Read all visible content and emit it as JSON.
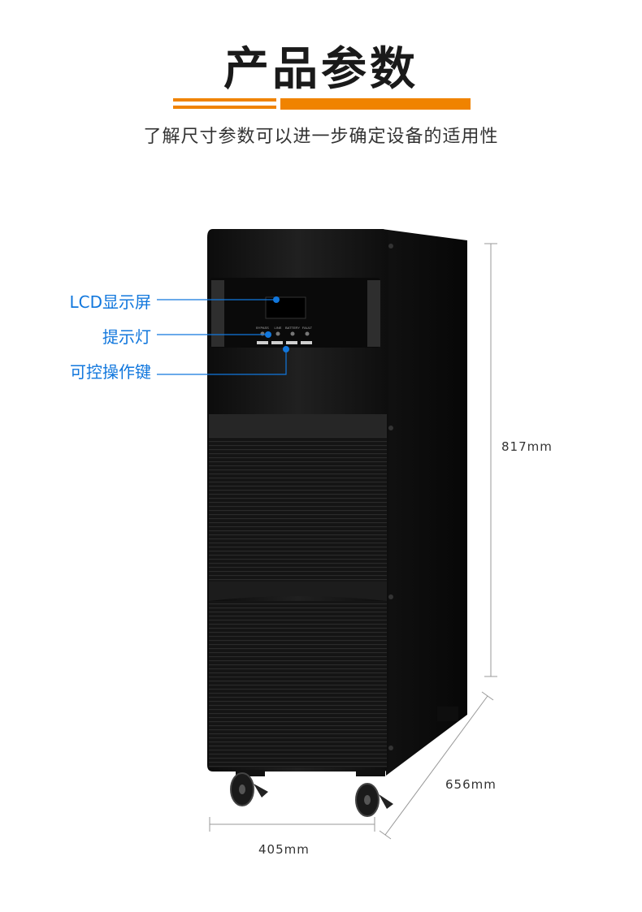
{
  "header": {
    "title": "产品参数",
    "subtitle": "了解尺寸参数可以进一步确定设备的适用性",
    "accent_color": "#f08300"
  },
  "callouts": {
    "lcd": "LCD显示屏",
    "indicator": "提示灯",
    "buttons": "可控操作键",
    "color": "#1177dd"
  },
  "dimensions": {
    "height": "817mm",
    "depth": "656mm",
    "width": "405mm"
  },
  "panel_labels": [
    "BYPASS",
    "LINE",
    "BATTERY",
    "FAULT"
  ]
}
